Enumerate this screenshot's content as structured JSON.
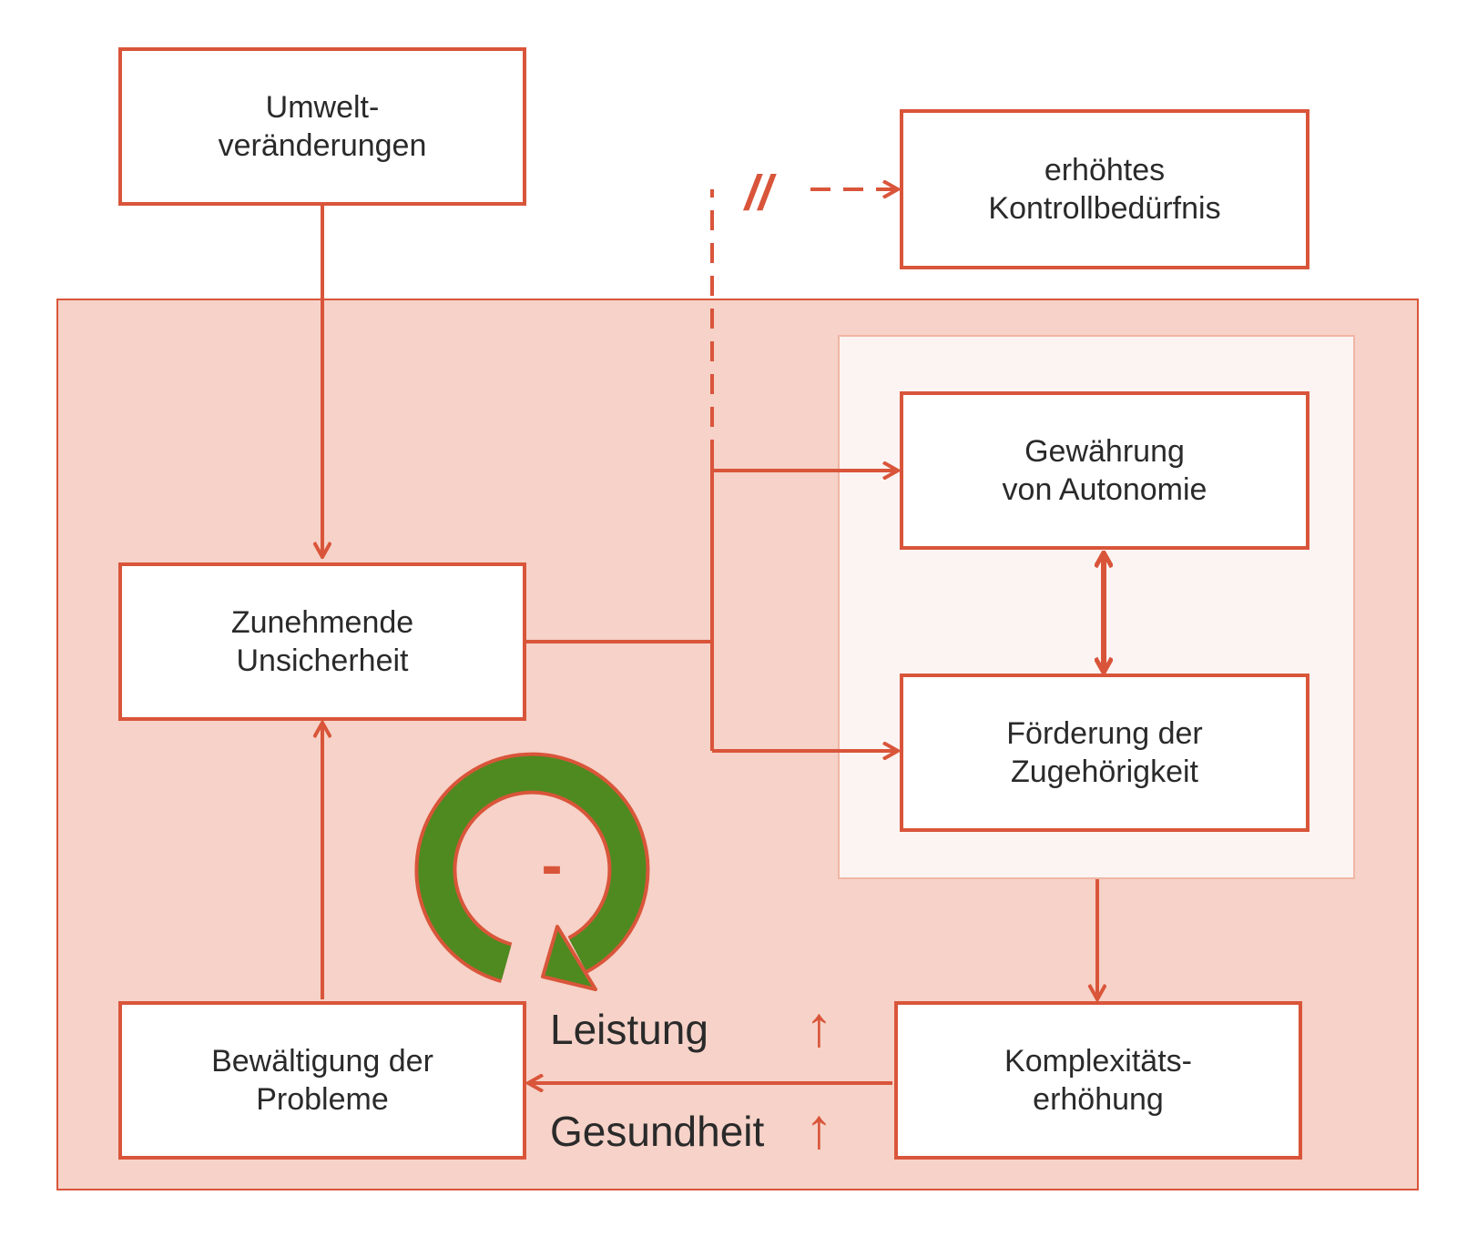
{
  "nodes": {
    "umwelt": "Umwelt-\nveränderungen",
    "kontroll": "erhöhtes\nKontrollbedürfnis",
    "unsicherheit": "Zunehmende\nUnsicherheit",
    "autonomie": "Gewährung\nvon Autonomie",
    "zugehoerigkeit": "Förderung  der\nZugehörigkeit",
    "bewaeltigung": "Bewältigung  der\nProbleme",
    "komplexitaet": "Komplexitäts-\nerhöhung"
  },
  "labels": {
    "leistung": "Leistung",
    "gesundheit": "Gesundheit",
    "up_arrow": "↑",
    "loop_sign": "-",
    "break_mark": "//"
  },
  "colors": {
    "accent": "#d9553a",
    "outer_fill": "#f6d2c8",
    "inner_fill": "#fbf4f2",
    "loop_green": "#4e8a1f"
  },
  "icons": {
    "feedback_loop": "circular-arrow-icon"
  }
}
